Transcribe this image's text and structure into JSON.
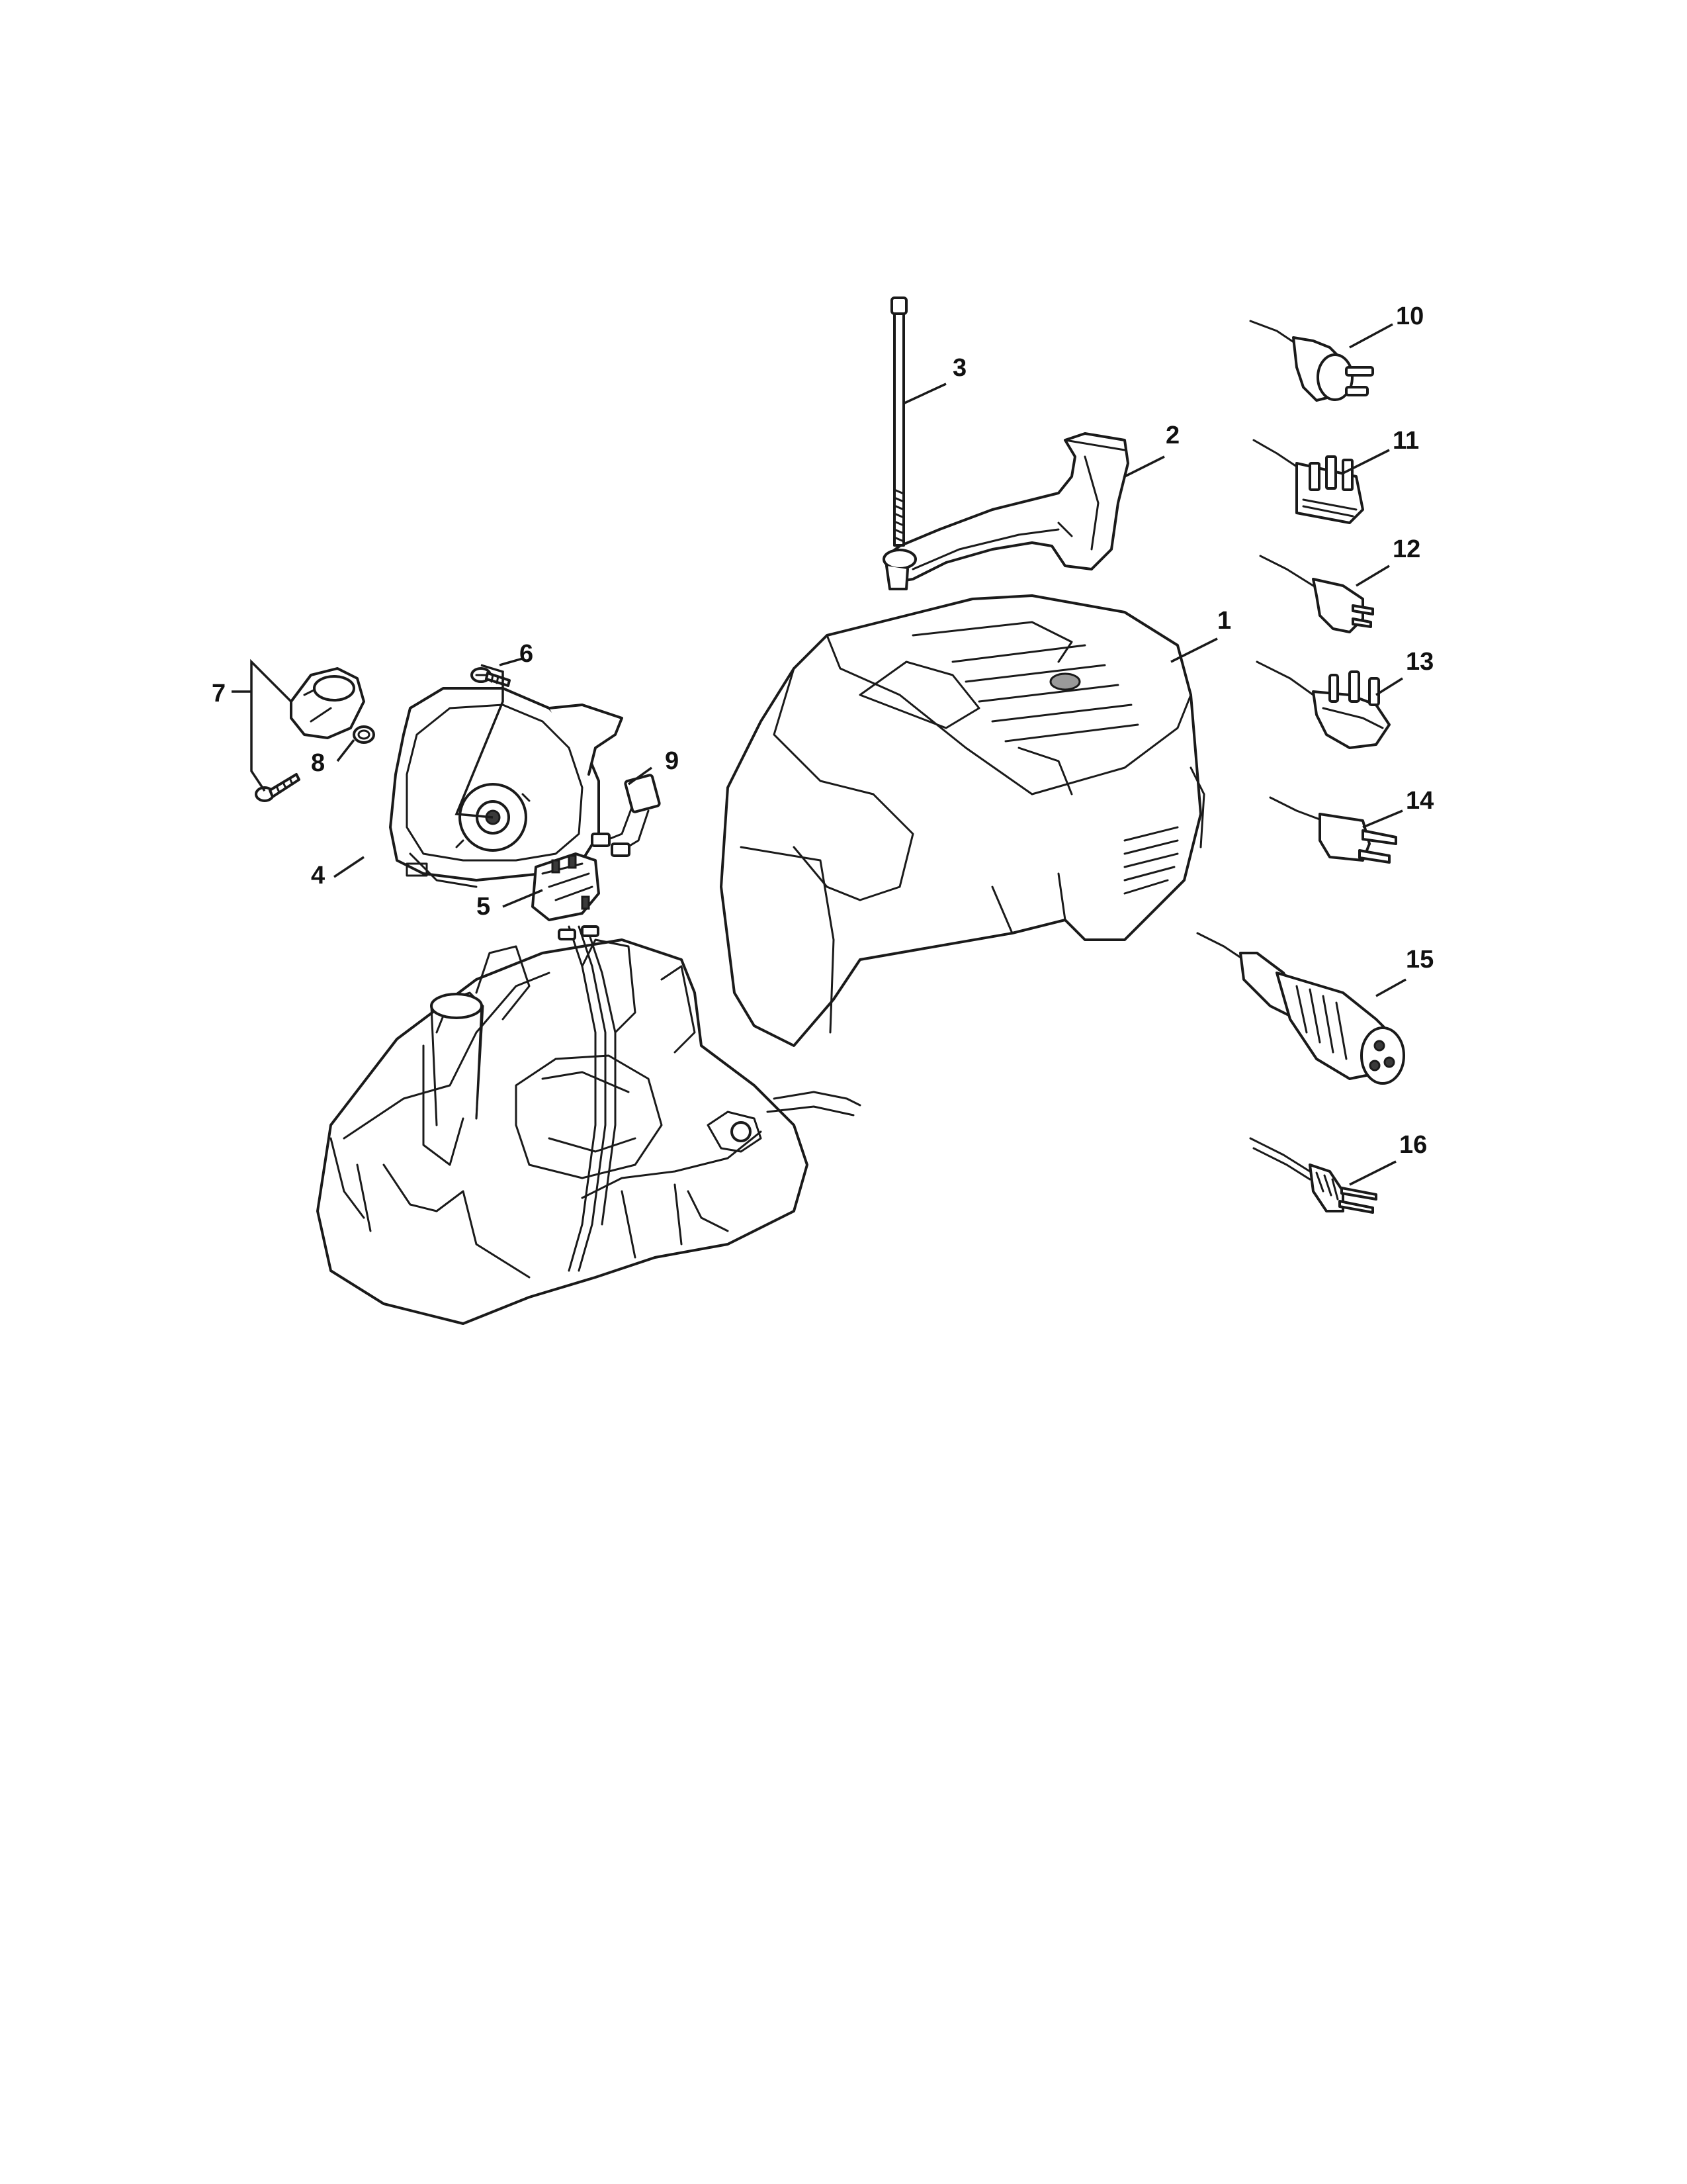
{
  "diagram": {
    "callouts": [
      {
        "id": "1",
        "label": "1"
      },
      {
        "id": "2",
        "label": "2"
      },
      {
        "id": "3",
        "label": "3"
      },
      {
        "id": "4",
        "label": "4"
      },
      {
        "id": "5",
        "label": "5"
      },
      {
        "id": "6",
        "label": "6"
      },
      {
        "id": "7",
        "label": "7"
      },
      {
        "id": "8",
        "label": "8"
      },
      {
        "id": "9",
        "label": "9"
      },
      {
        "id": "10",
        "label": "10"
      },
      {
        "id": "11",
        "label": "11"
      },
      {
        "id": "12",
        "label": "12"
      },
      {
        "id": "13",
        "label": "13"
      },
      {
        "id": "14",
        "label": "14"
      },
      {
        "id": "15",
        "label": "15"
      },
      {
        "id": "16",
        "label": "16"
      }
    ],
    "line_color": "#1a1a1a",
    "background": "#ffffff"
  }
}
